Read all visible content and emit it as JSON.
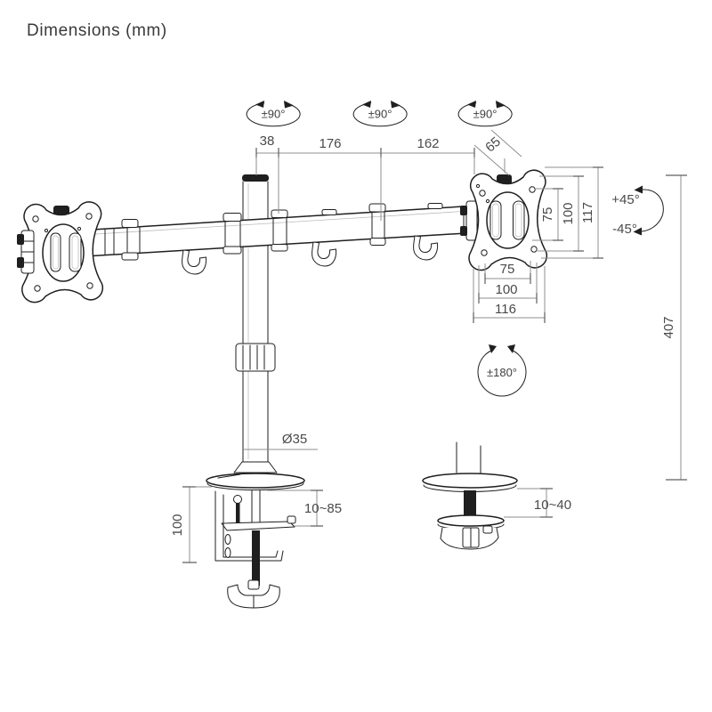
{
  "title": "Dimensions (mm)",
  "colors": {
    "ink": "#1f1f1f",
    "dimension_line": "#8f8f8f",
    "label": "#4a4a4a",
    "background": "#ffffff"
  },
  "annotations": {
    "arm_rotation_left": "±90°",
    "arm_rotation_mid": "±90°",
    "arm_rotation_right": "±90°",
    "pole_offset": "38",
    "arm_segment_inner": "176",
    "arm_segment_outer": "162",
    "vesa_knob_offset": "65",
    "vesa_slot_height": "75",
    "vesa_hole_height": "100",
    "vesa_plate_height": "117",
    "tilt_up": "+45°",
    "tilt_down": "-45°",
    "vesa_slot_width": "75",
    "vesa_hole_width": "100",
    "vesa_plate_width": "116",
    "pole_height": "407",
    "base_swivel": "±180°",
    "pole_diameter": "Ø35",
    "clamp_height": "100",
    "clamp_desk_range": "10~85",
    "grommet_desk_range": "10~40"
  }
}
